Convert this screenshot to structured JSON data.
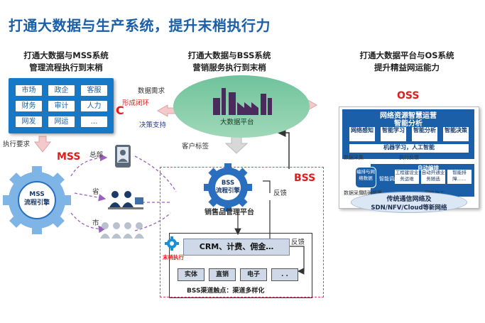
{
  "title": "打通大数据与生产系统，提升末梢执行力",
  "columns": {
    "mss": {
      "line1": "打通大数据与MSS系统",
      "line2": "管理流程执行到末梢"
    },
    "bss": {
      "line1": "打通大数据与BSS系统",
      "line2": "营销服务执行到末梢"
    },
    "oss": {
      "line1": "打通大数据平台与OS系统",
      "line2": "提升精益网运能力"
    }
  },
  "mss_panel": {
    "cells": [
      "市场",
      "政企",
      "客服",
      "财务",
      "审计",
      "人力",
      "网发",
      "网运",
      "…"
    ]
  },
  "mss_gear": {
    "line1": "MSS",
    "line2": "流程引擎"
  },
  "mss_label": "MSS",
  "mss_exec": "执行要求",
  "mss_levels": [
    "总部",
    "省",
    "市"
  ],
  "bigdata": {
    "label": "大数据平台",
    "left_labels": [
      "数据需求",
      "形成闭环",
      "决策支持"
    ],
    "c_badge": "C",
    "customer_tag": "客户标签"
  },
  "bss": {
    "label": "BSS",
    "gear_line1": "BSS",
    "gear_line2": "流程引擎",
    "platform": "销售品管理平台",
    "feedback1": "反馈",
    "feedback2": "反馈",
    "crm": "CRM、计费、佣金…",
    "exec": "末梢执行",
    "channels": [
      "实体",
      "直销",
      "电子",
      ". ."
    ],
    "channel_title": "BSS渠道触点：渠道多样化"
  },
  "oss": {
    "label": "OSS",
    "header": "网络资源智慧运营",
    "analysis": "智能分析",
    "cards": [
      "网络感知",
      "智能学习",
      "智能分析",
      "智能决策"
    ],
    "ml": "机器学习，人工智能",
    "collect": "数据采集",
    "exec_req": "执行反馈",
    "dispatch": "自动编排",
    "center": "编排与网络数据",
    "schedule": "智能调度",
    "boxes": [
      "工程建设业务运维",
      "自动开通业务随选",
      "智能排障……"
    ],
    "bottom_left": "数据采集",
    "bottom_mid": "精确部署",
    "bottom_right": "网络施工",
    "net_line1": "传统通信网络及",
    "net_line2": "SDN/NFV/Cloud等新网络"
  }
}
